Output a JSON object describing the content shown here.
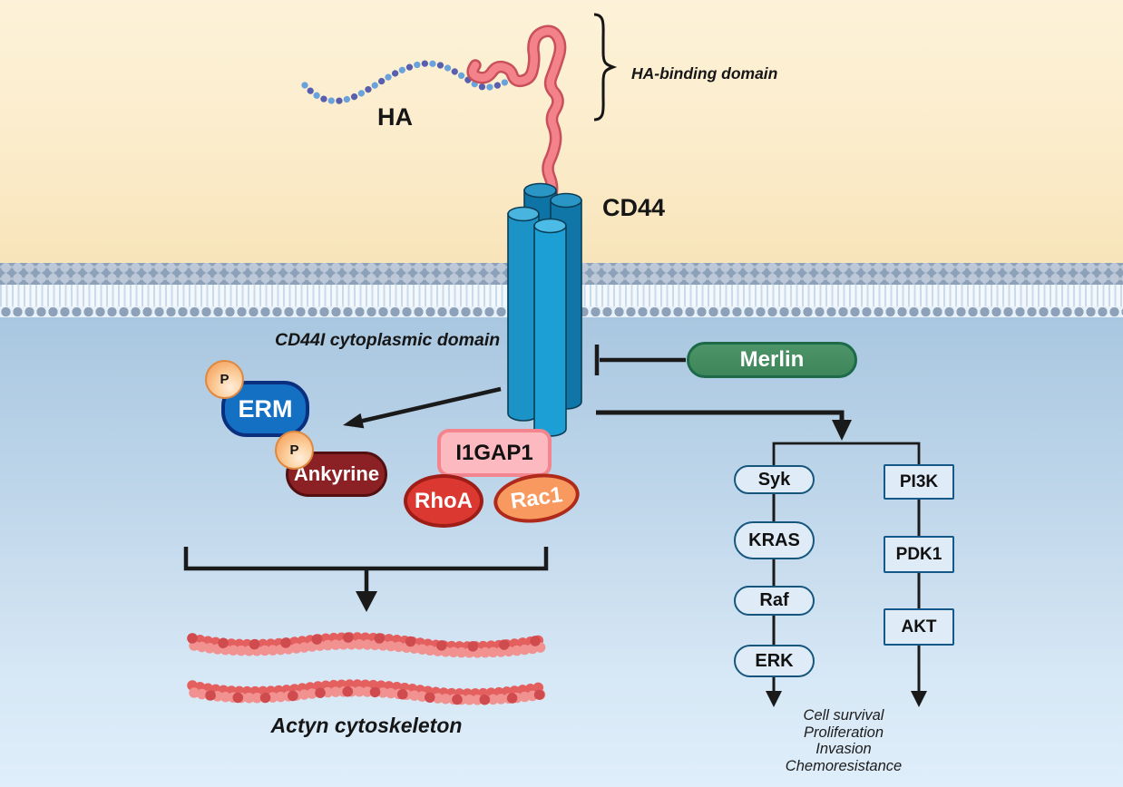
{
  "extracellular": {
    "ha_label": "HA",
    "ha_binding_domain_label": "HA-binding domain",
    "cd44_label": "CD44"
  },
  "cytoplasm": {
    "cd44_domain_label": "CD44I cytoplasmic domain",
    "merlin_label": "Merlin",
    "erm_label": "ERM",
    "phosphate_label": "P",
    "ankyrine_label": "Ankyrine",
    "i1gap1_label": "I1GAP1",
    "rhoa_label": "RhoA",
    "rac1_label": "Rac1",
    "actin_label": "Actyn cytoskeleton"
  },
  "pathways": {
    "mapk": [
      "Syk",
      "KRAS",
      "Raf",
      "ERK"
    ],
    "pi3k_axis": [
      "PI3K",
      "PDK1",
      "AKT"
    ],
    "outcomes": [
      "Cell survival",
      "Proliferation",
      "Invasion",
      "Chemoresistance"
    ]
  },
  "colors": {
    "extracellular_bg_top": "#fdf2d9",
    "extracellular_bg_bottom": "#f8e4ba",
    "cytoplasm_bg_top": "#a9c7e0",
    "cytoplasm_bg_bottom": "#dfeefa",
    "membrane_heads": "#8da1b9",
    "merlin_green": "#43885e",
    "erm_blue": "#1470c2",
    "ankyrine_maroon": "#8c2125",
    "i1gap1_pink": "#fcb9bf",
    "rhoa_red": "#dc3832",
    "rac1_orange": "#f89a60",
    "phosphate_orange": "#f5a35e",
    "cd44_teal": "#1b93c6",
    "ha_strand_pink": "#f4828b",
    "ha_bead_blue": "#6aa3dc",
    "ha_bead_purple": "#585fae",
    "actin_red": "#e4605f",
    "cascade_fill": "#dfecf7",
    "cascade_border": "#16567d",
    "arrow_black": "#1a1a1a"
  }
}
